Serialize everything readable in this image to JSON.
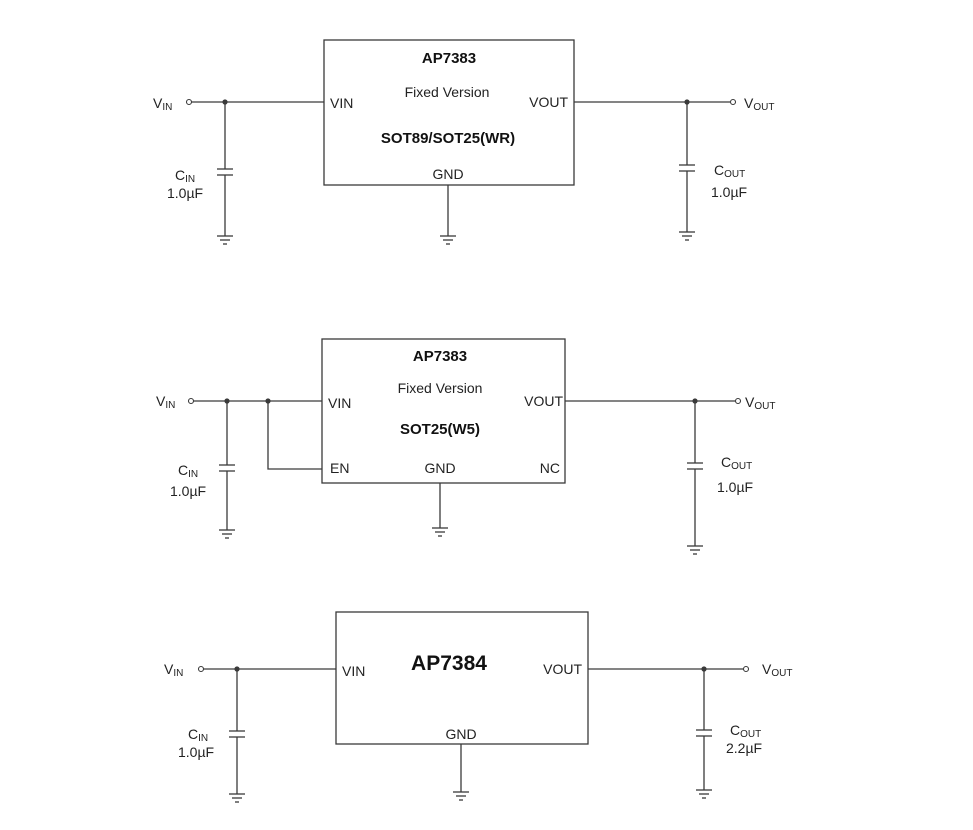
{
  "circuits": [
    {
      "chip": "AP7383",
      "variant": "Fixed Version",
      "package": "SOT89/SOT25(WR)",
      "pins": {
        "vin": "VIN",
        "vout": "VOUT",
        "gnd": "GND"
      },
      "input": {
        "label_main": "V",
        "label_sub": "IN"
      },
      "output": {
        "label_main": "V",
        "label_sub": "OUT"
      },
      "cin": {
        "label_main": "C",
        "label_sub": "IN",
        "value": "1.0µF"
      },
      "cout": {
        "label_main": "C",
        "label_sub": "OUT",
        "value": "1.0µF"
      }
    },
    {
      "chip": "AP7383",
      "variant": "Fixed Version",
      "package": "SOT25(W5)",
      "pins": {
        "vin": "VIN",
        "vout": "VOUT",
        "gnd": "GND",
        "en": "EN",
        "nc": "NC"
      },
      "input": {
        "label_main": "V",
        "label_sub": "IN"
      },
      "output": {
        "label_main": "V",
        "label_sub": "OUT"
      },
      "cin": {
        "label_main": "C",
        "label_sub": "IN",
        "value": "1.0µF"
      },
      "cout": {
        "label_main": "C",
        "label_sub": "OUT",
        "value": "1.0µF"
      }
    },
    {
      "chip": "AP7384",
      "pins": {
        "vin": "VIN",
        "vout": "VOUT",
        "gnd": "GND"
      },
      "input": {
        "label_main": "V",
        "label_sub": "IN"
      },
      "output": {
        "label_main": "V",
        "label_sub": "OUT"
      },
      "cin": {
        "label_main": "C",
        "label_sub": "IN",
        "value": "1.0µF"
      },
      "cout": {
        "label_main": "C",
        "label_sub": "OUT",
        "value": "2.2µF"
      }
    }
  ]
}
